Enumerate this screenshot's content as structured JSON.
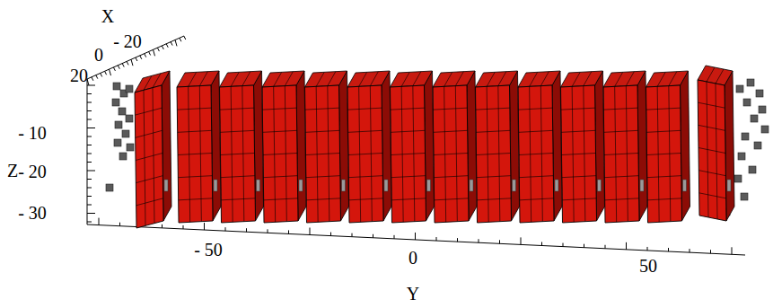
{
  "diagram": {
    "labels": [
      "X",
      "- 20",
      "0",
      "20",
      "Z",
      "- 10",
      "- 20",
      "- 30",
      "- 50",
      "0",
      "50",
      "Y"
    ]
  }
}
